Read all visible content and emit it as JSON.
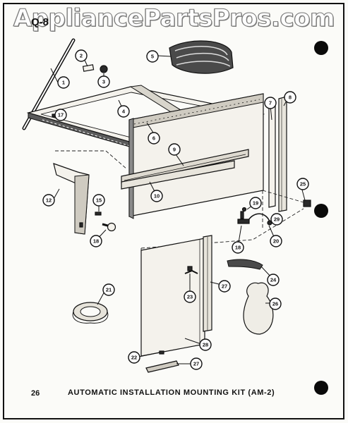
{
  "watermark": "AppliancePartsPros.com",
  "page_ref": "Q-8",
  "page_number": "26",
  "caption": "AUTOMATIC INSTALLATION MOUNTING KIT (AM-2)",
  "callouts": [
    {
      "id": "c1",
      "label": "1"
    },
    {
      "id": "c2",
      "label": "2"
    },
    {
      "id": "c3",
      "label": "3"
    },
    {
      "id": "c4",
      "label": "4"
    },
    {
      "id": "c5",
      "label": "5"
    },
    {
      "id": "c6",
      "label": "6"
    },
    {
      "id": "c7",
      "label": "7"
    },
    {
      "id": "c8",
      "label": "8"
    },
    {
      "id": "c9",
      "label": "9"
    },
    {
      "id": "c10",
      "label": "10"
    },
    {
      "id": "c12",
      "label": "12"
    },
    {
      "id": "c15",
      "label": "15"
    },
    {
      "id": "c17",
      "label": "17"
    },
    {
      "id": "c18a",
      "label": "18"
    },
    {
      "id": "c18b",
      "label": "18"
    },
    {
      "id": "c19",
      "label": "19"
    },
    {
      "id": "c20",
      "label": "20"
    },
    {
      "id": "c21",
      "label": "21"
    },
    {
      "id": "c22",
      "label": "22"
    },
    {
      "id": "c23",
      "label": "23"
    },
    {
      "id": "c24",
      "label": "24"
    },
    {
      "id": "c25",
      "label": "25"
    },
    {
      "id": "c26",
      "label": "26"
    },
    {
      "id": "c27a",
      "label": "27"
    },
    {
      "id": "c27b",
      "label": "27"
    },
    {
      "id": "c28",
      "label": "28"
    },
    {
      "id": "c29",
      "label": "29"
    }
  ]
}
